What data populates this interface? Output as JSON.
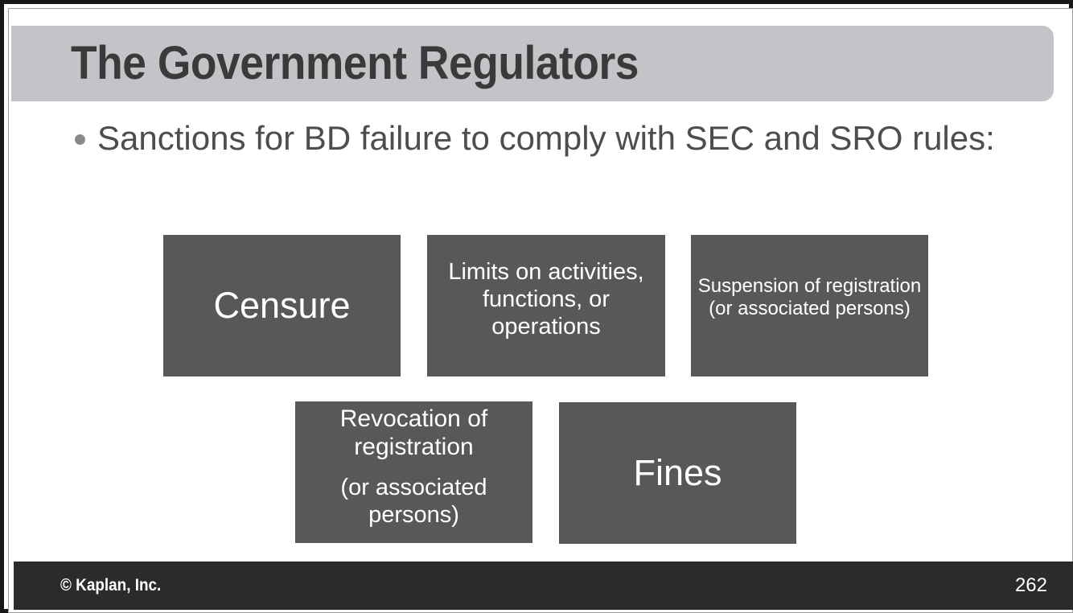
{
  "slide": {
    "title": "The Government Regulators",
    "bullet": {
      "marker": "bullet-dot",
      "text": "Sanctions for BD failure to comply with SEC and SRO rules:"
    },
    "boxes": [
      {
        "name": "censure",
        "label": "Censure"
      },
      {
        "name": "limits",
        "label": "Limits on activities, functions, or operations"
      },
      {
        "name": "suspension",
        "label": "Suspension of registration (or associated persons)"
      },
      {
        "name": "revocation",
        "label_main": "Revocation of registration",
        "label_sub": "(or associated persons)"
      },
      {
        "name": "fines",
        "label": "Fines"
      }
    ],
    "footer": {
      "copyright": "© Kaplan, Inc.",
      "page_number": "262"
    },
    "colors": {
      "title_band": "#c3c4c8",
      "title_text": "#3a3a3a",
      "body_text": "#4d4d4d",
      "box_fill": "#58585a",
      "box_text": "#ffffff",
      "footer_bar": "#2b2b2b",
      "footer_text": "#ffffff",
      "frame_border": "#181818"
    }
  }
}
